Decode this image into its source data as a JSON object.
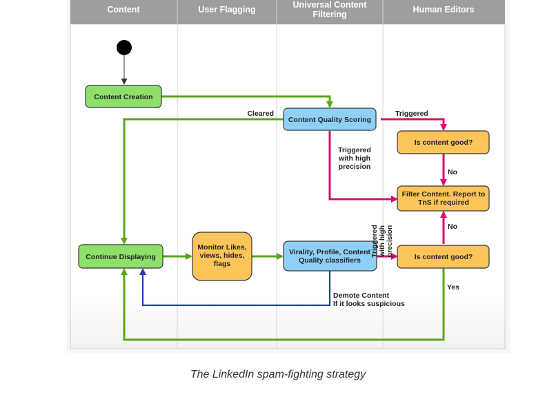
{
  "lanes": [
    {
      "id": "content",
      "title_lines": [
        "Content"
      ]
    },
    {
      "id": "user-flagging",
      "title_lines": [
        "User Flagging"
      ]
    },
    {
      "id": "universal-content-filtering",
      "title_lines": [
        "Universal Content",
        "Filtering"
      ]
    },
    {
      "id": "human-editors",
      "title_lines": [
        "Human Editors"
      ]
    }
  ],
  "nodes": {
    "content_creation": {
      "lines": [
        "Content Creation"
      ],
      "fill": "#8ee06a"
    },
    "content_quality_scoring": {
      "lines": [
        "Content Quality Scoring"
      ],
      "fill": "#8fd0f7"
    },
    "is_content_good_1": {
      "lines": [
        "Is content good?"
      ],
      "fill": "#fdc45a"
    },
    "filter_content": {
      "lines": [
        "Filter Content. Report to",
        "TnS if required"
      ],
      "fill": "#fdc45a"
    },
    "continue_displaying": {
      "lines": [
        "Continue Displaying"
      ],
      "fill": "#8ee06a"
    },
    "monitor_likes": {
      "lines": [
        "Monitor Likes,",
        "views, hides,",
        "flags"
      ],
      "fill": "#fdc45a"
    },
    "classifiers": {
      "lines": [
        "Virality, Profile, Content",
        "Quality classifiers"
      ],
      "fill": "#8fd0f7"
    },
    "is_content_good_2": {
      "lines": [
        "Is content good?"
      ],
      "fill": "#fdc45a"
    }
  },
  "edge_labels": {
    "cleared": [
      "Cleared"
    ],
    "triggered": [
      "Triggered"
    ],
    "triggered_high_precision": [
      "Triggered",
      "with high",
      "precision"
    ],
    "no_1": [
      "No"
    ],
    "no_2": [
      "No"
    ],
    "triggered_high_precision_vertical": [
      "Triggered",
      "with high",
      "precision"
    ],
    "demote": [
      "Demote Content",
      "If it looks suspicious"
    ],
    "yes": [
      "Yes"
    ]
  },
  "colors": {
    "header": "#9e9e9e",
    "green_flow": "#5aa618",
    "magenta_flow": "#d80e6b",
    "blue_flow": "#1b3fb0",
    "start_node": "#000000"
  },
  "caption": "The LinkedIn spam-fighting strategy"
}
